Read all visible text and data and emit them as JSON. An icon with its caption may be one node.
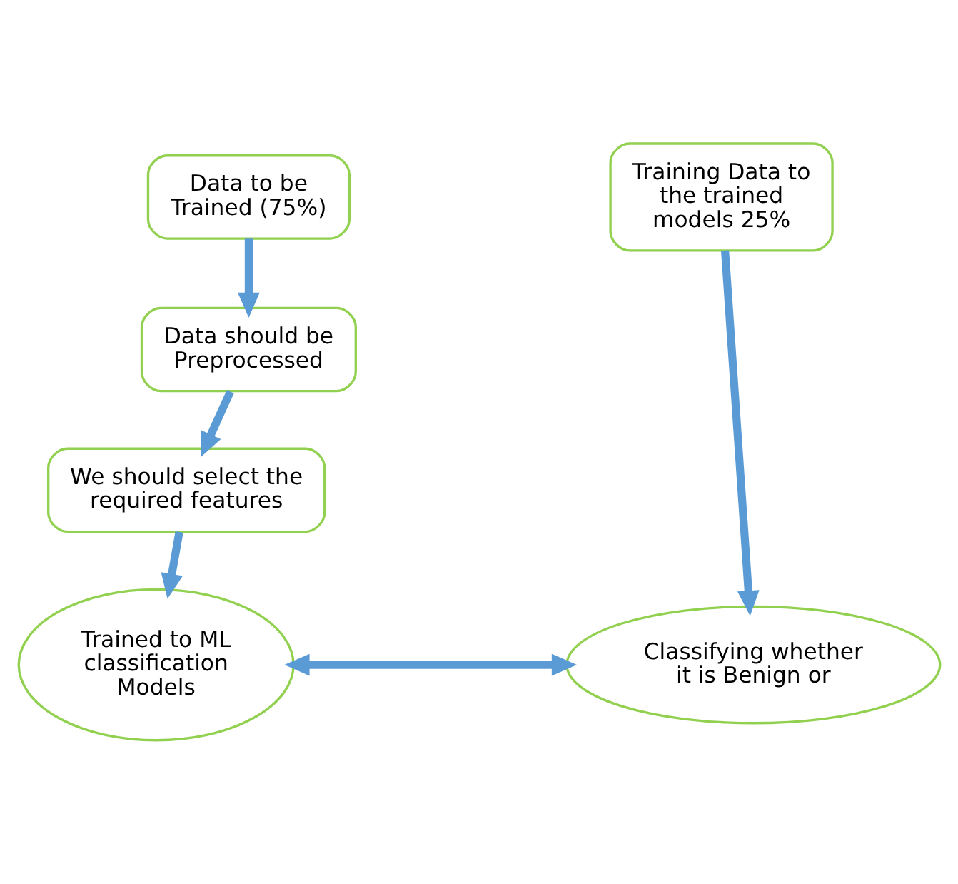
{
  "diagram": {
    "nodes": [
      {
        "text": [
          "Data to be Trained (75%)"
        ]
      },
      {
        "text": [
          "Data should be Preprocessed"
        ]
      },
      {
        "text": [
          "We should select the required features"
        ]
      },
      {
        "text": [
          "Training Data to the trained models 25%"
        ]
      },
      {
        "text": [
          "Trained to ML classification Models"
        ]
      },
      {
        "text": [
          "Classifying whether it is Benign or"
        ]
      }
    ],
    "edges": [
      {
        "from": 0,
        "to": 1,
        "arrow": "to"
      },
      {
        "from": 1,
        "to": 2,
        "arrow": "to"
      },
      {
        "from": 2,
        "to": 4,
        "arrow": "to"
      },
      {
        "from": 3,
        "to": 5,
        "arrow": "to"
      },
      {
        "from": 4,
        "to": 5,
        "arrow": "both"
      }
    ]
  }
}
